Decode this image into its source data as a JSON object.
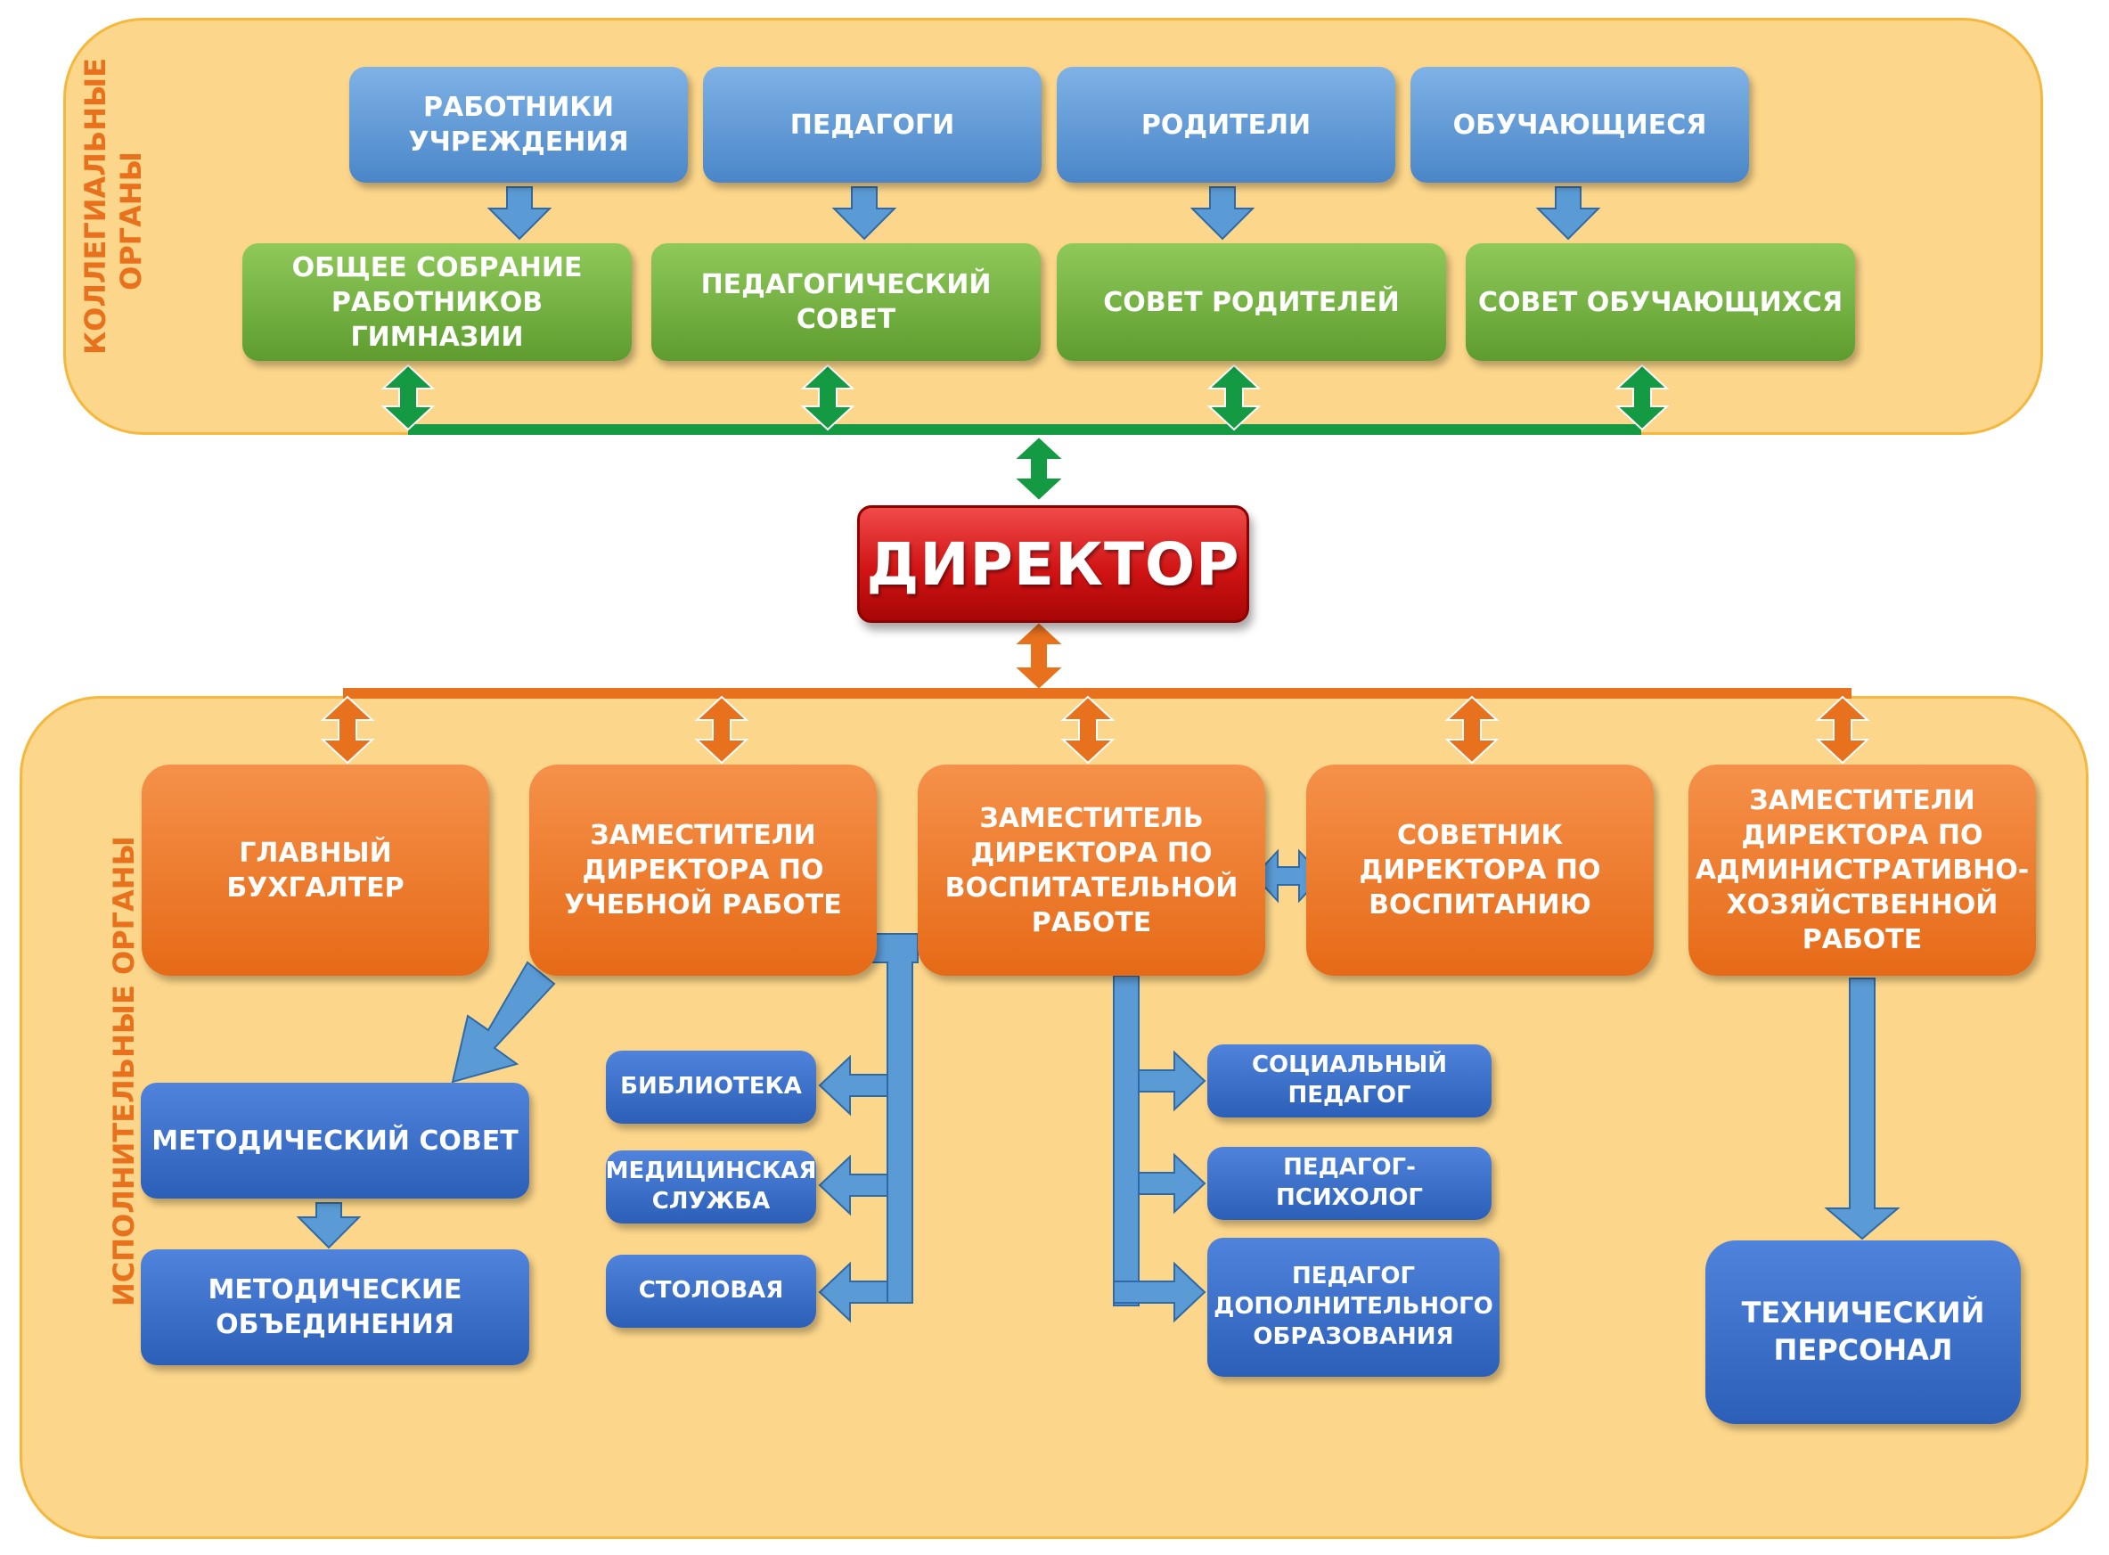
{
  "collegial": {
    "label": "КОЛЛЕГИАЛЬНЫЕ\nОРГАНЫ",
    "groups": [
      "РАБОТНИКИ УЧРЕЖДЕНИЯ",
      "ПЕДАГОГИ",
      "РОДИТЕЛИ",
      "ОБУЧАЮЩИЕСЯ"
    ],
    "councils": [
      "ОБЩЕЕ СОБРАНИЕ РАБОТНИКОВ ГИМНАЗИИ",
      "ПЕДАГОГИЧЕСКИЙ СОВЕТ",
      "СОВЕТ РОДИТЕЛЕЙ",
      "СОВЕТ ОБУЧАЮЩИХСЯ"
    ]
  },
  "director": "ДИРЕКТОР",
  "executive": {
    "label": "ИСПОЛНИТЕЛЬНЫЕ ОРГАНЫ",
    "heads": [
      "ГЛАВНЫЙ БУХГАЛТЕР",
      "ЗАМЕСТИТЕЛИ ДИРЕКТОРА ПО УЧЕБНОЙ РАБОТЕ",
      "ЗАМЕСТИТЕЛЬ ДИРЕКТОРА ПО ВОСПИТАТЕЛЬНОЙ РАБОТЕ",
      "СОВЕТНИК ДИРЕКТОРА ПО ВОСПИТАНИЮ",
      "ЗАМЕСТИТЕЛИ ДИРЕКТОРА ПО АДМИНИСТРАТИВНО-ХОЗЯЙСТВЕННОЙ РАБОТЕ"
    ],
    "methodical_council": "МЕТОДИЧЕСКИЙ СОВЕТ",
    "methodical_unions": "МЕТОДИЧЕСКИЕ ОБЪЕДИНЕНИЯ",
    "services": [
      "БИБЛИОТЕКА",
      "МЕДИЦИНСКАЯ СЛУЖБА",
      "СТОЛОВАЯ"
    ],
    "specialists": [
      "СОЦИАЛЬНЫЙ ПЕДАГОГ",
      "ПЕДАГОГ-ПСИХОЛОГ",
      "ПЕДАГОГ ДОПОЛНИТЕЛЬНОГО ОБРАЗОВАНИЯ"
    ],
    "technical_staff": "ТЕХНИЧЕСКИЙ ПЕРСОНАЛ"
  },
  "colors": {
    "panel": "#fcd68a",
    "label": "#e8711d",
    "green_arrow": "#139a43",
    "orange_arrow": "#e8711d",
    "blue_arrow": "#5b9bd5",
    "director": "#d11414"
  }
}
